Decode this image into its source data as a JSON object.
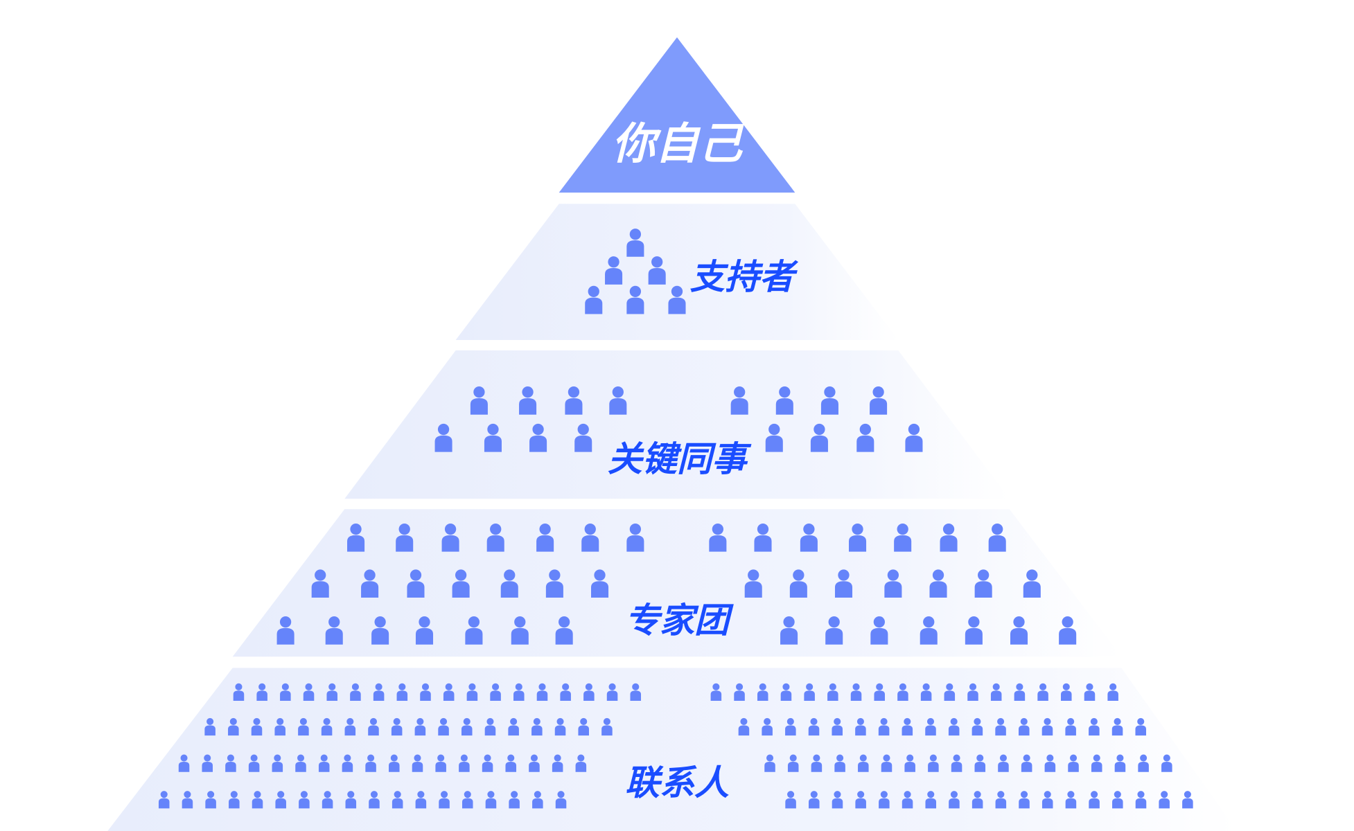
{
  "tiers": [
    {
      "label": "你自己"
    },
    {
      "label": "支持者"
    },
    {
      "label": "关键同事"
    },
    {
      "label": "专家团"
    },
    {
      "label": "联系人"
    }
  ],
  "colors": {
    "apex": "#7f9bfc",
    "band_left": "#e8edfc",
    "band_right": "#ffffff",
    "person": "#6584fa",
    "label": "#1a4dff"
  }
}
